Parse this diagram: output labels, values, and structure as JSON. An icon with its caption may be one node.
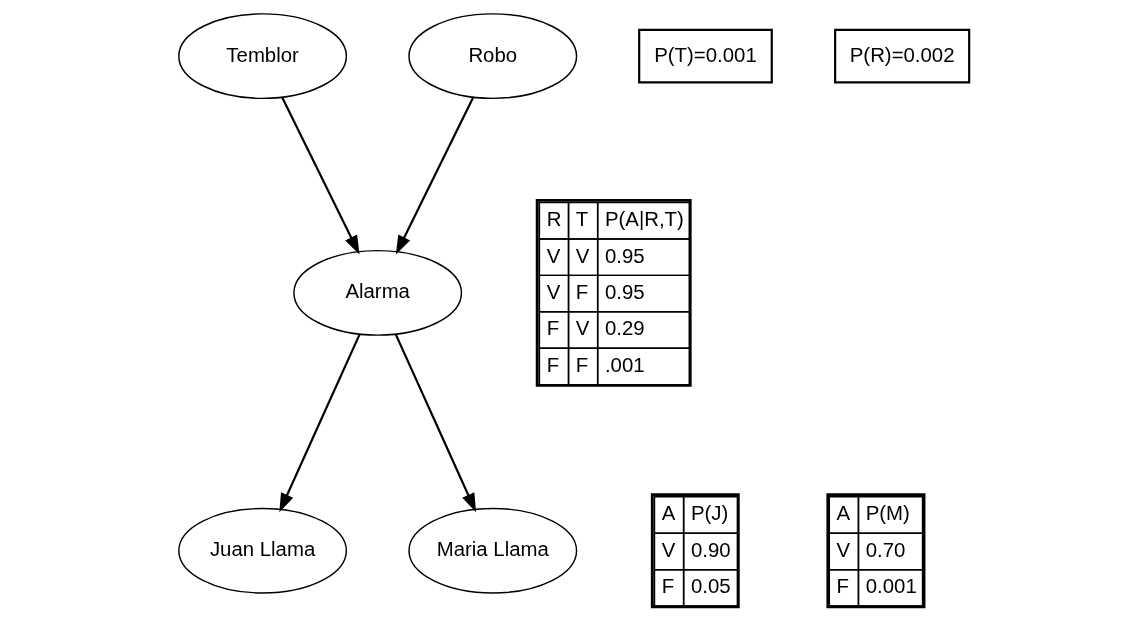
{
  "diagram": {
    "nodes": [
      {
        "text": [
          "Temblor"
        ]
      },
      {
        "text": [
          "P(T)=0.001"
        ]
      },
      {
        "text": [
          "Robo"
        ]
      },
      {
        "text": [
          "P(R)=0.002"
        ]
      },
      {
        "text": [
          "R",
          "T",
          "P(A|R,T)",
          "V",
          "V",
          "0.95",
          "V",
          "F",
          "0.95",
          "F",
          "V",
          "0.29",
          "F",
          "F",
          ".001"
        ]
      },
      {
        "text": [
          "Alarma"
        ]
      },
      {
        "text": [
          "Juan Llama"
        ]
      },
      {
        "text": [
          "A",
          "P(J)",
          "V",
          "0.90",
          "F",
          "0.05"
        ]
      },
      {
        "text": [
          "Maria Llama"
        ]
      },
      {
        "text": [
          "A",
          "P(M)",
          "V",
          "0.70",
          "F",
          "0.001"
        ]
      }
    ],
    "edges": [
      {
        "from": 0,
        "to": 5,
        "arrow": "to"
      },
      {
        "from": 2,
        "to": 5,
        "arrow": "to"
      },
      {
        "from": 5,
        "to": 6,
        "arrow": "to"
      },
      {
        "from": 5,
        "to": 8,
        "arrow": "to"
      }
    ]
  }
}
